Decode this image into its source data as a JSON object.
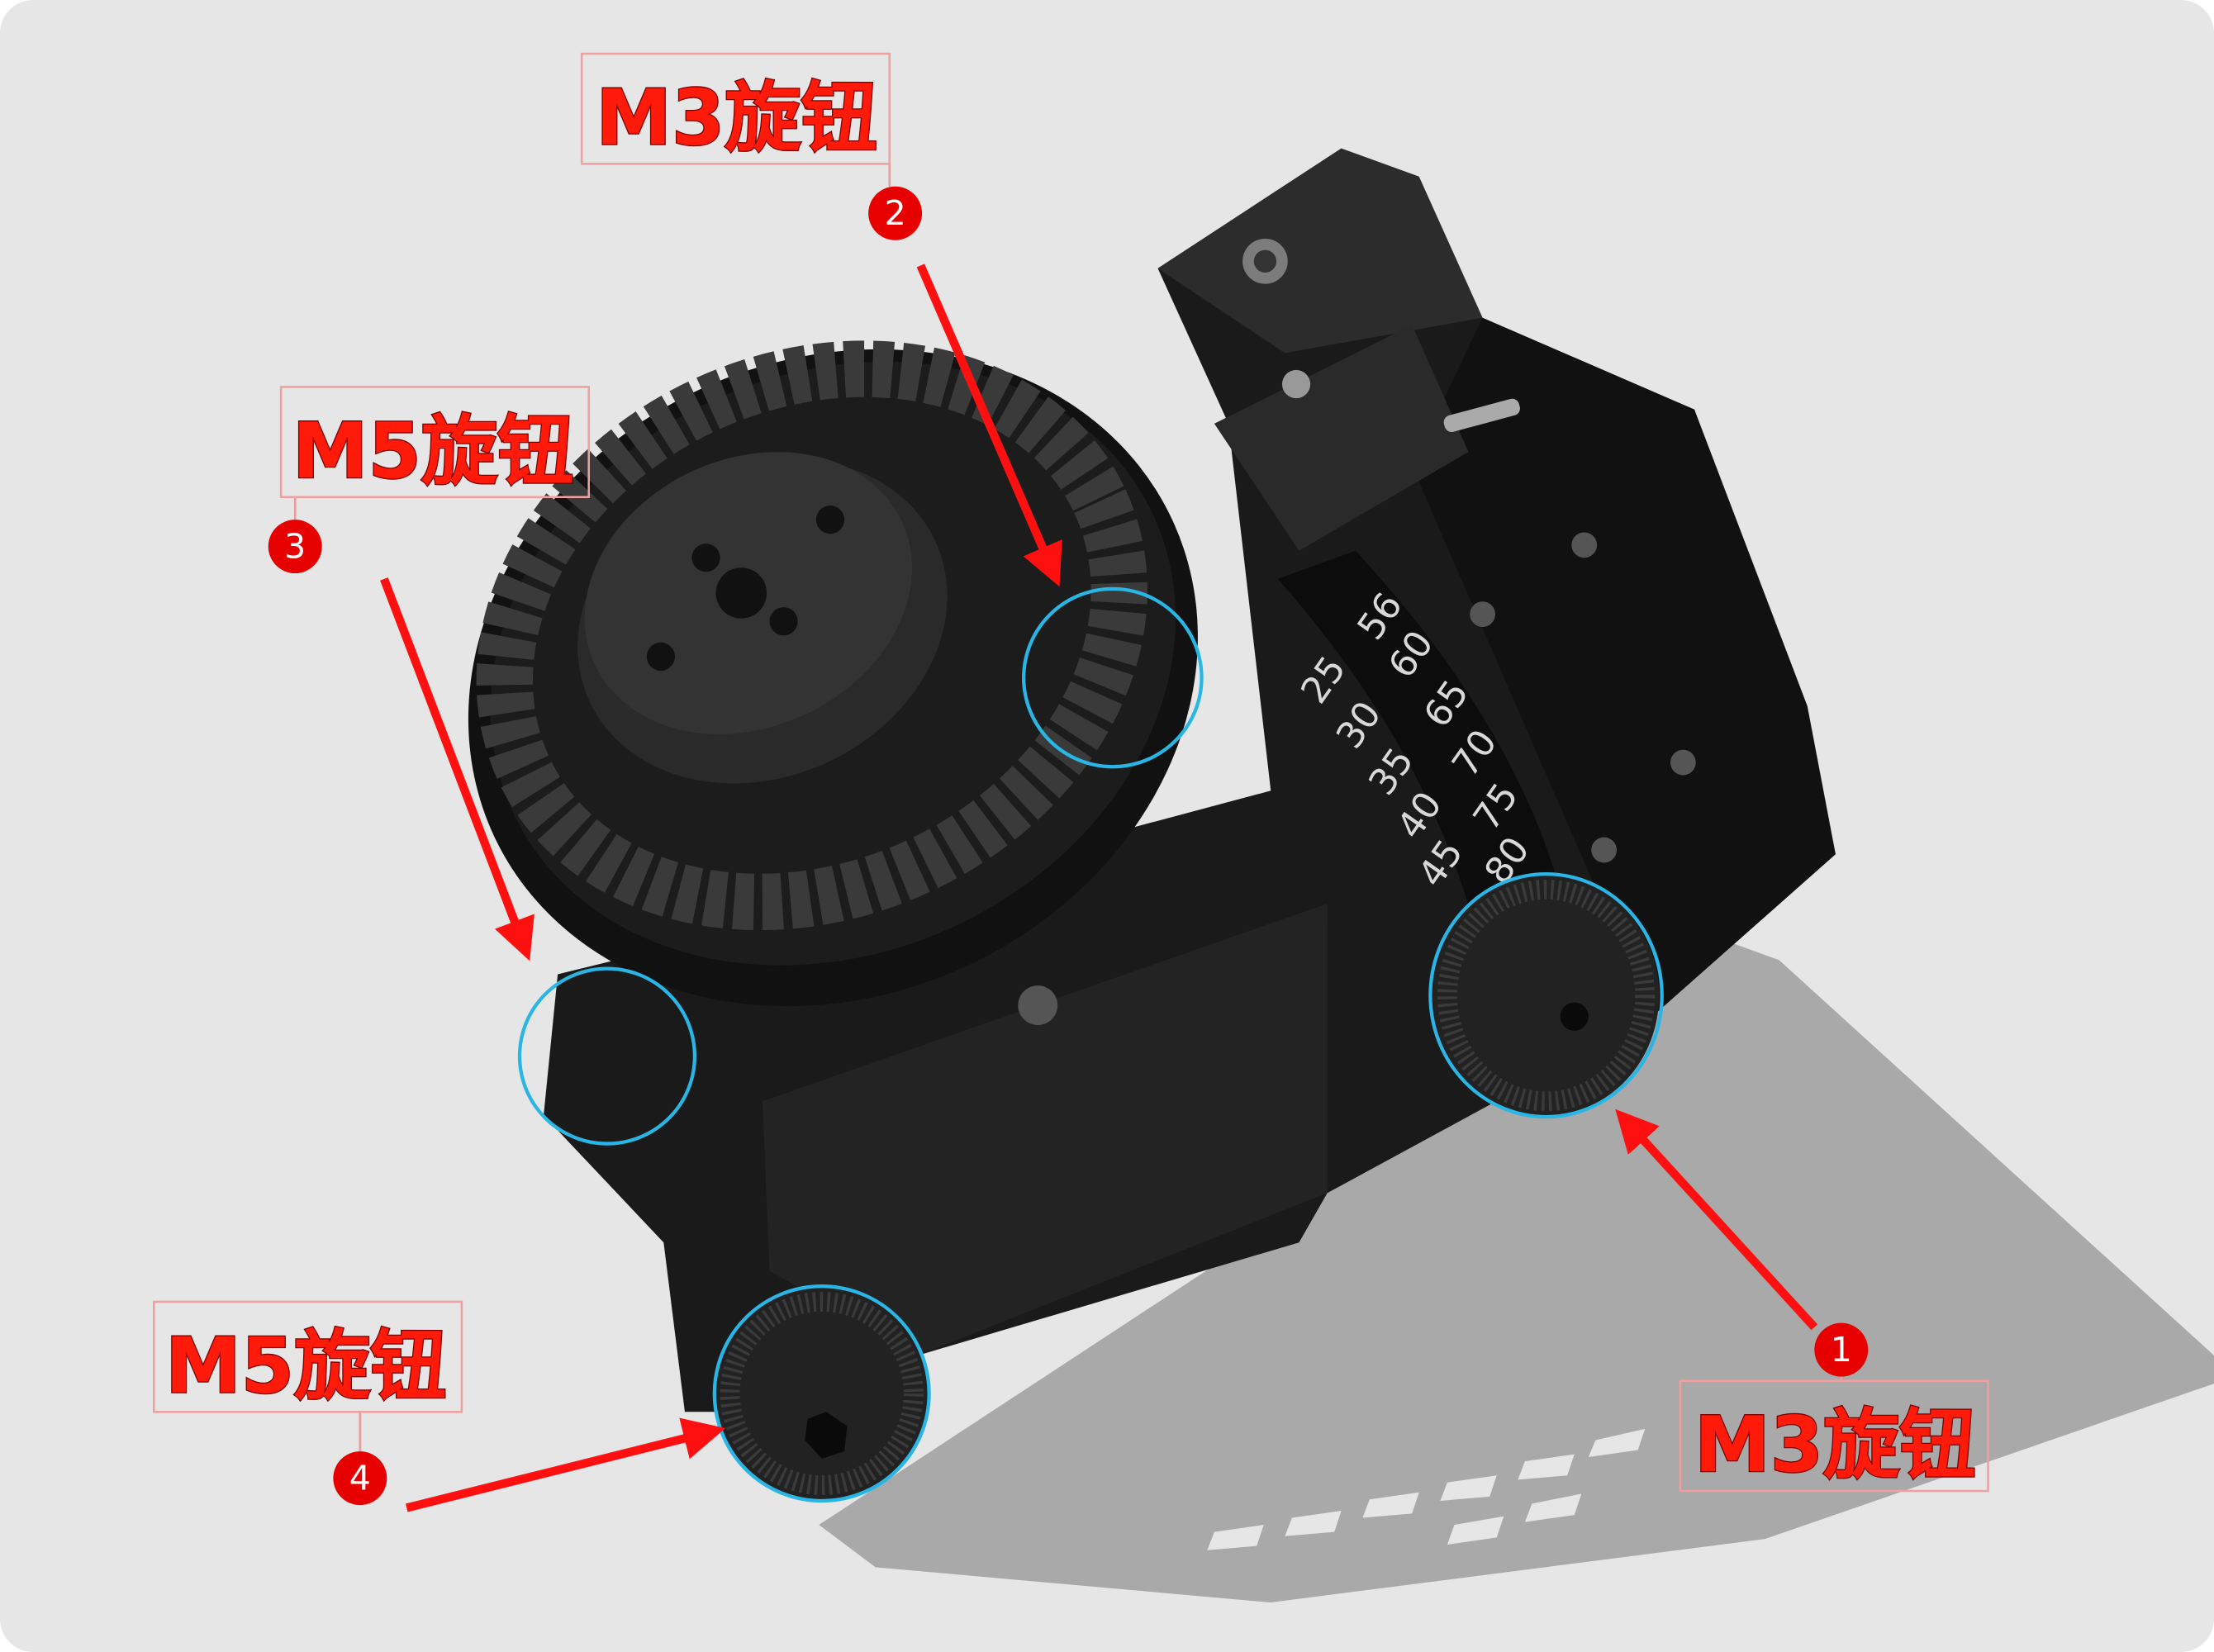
{
  "callouts": [
    {
      "number": "1",
      "label": "M3旋钮"
    },
    {
      "number": "2",
      "label": "M3旋钮"
    },
    {
      "number": "3",
      "label": "M5旋钮"
    },
    {
      "number": "4",
      "label": "M5旋钮"
    }
  ],
  "dial_scale": {
    "inner": [
      "25",
      "30",
      "35",
      "40",
      "45"
    ],
    "outer": [
      "56",
      "60",
      "65",
      "70",
      "75",
      "80"
    ]
  },
  "colors": {
    "label": "#ff1a0a",
    "arrow": "#ff1010",
    "highlight": "#29b6e6",
    "badge": "#e60000"
  }
}
